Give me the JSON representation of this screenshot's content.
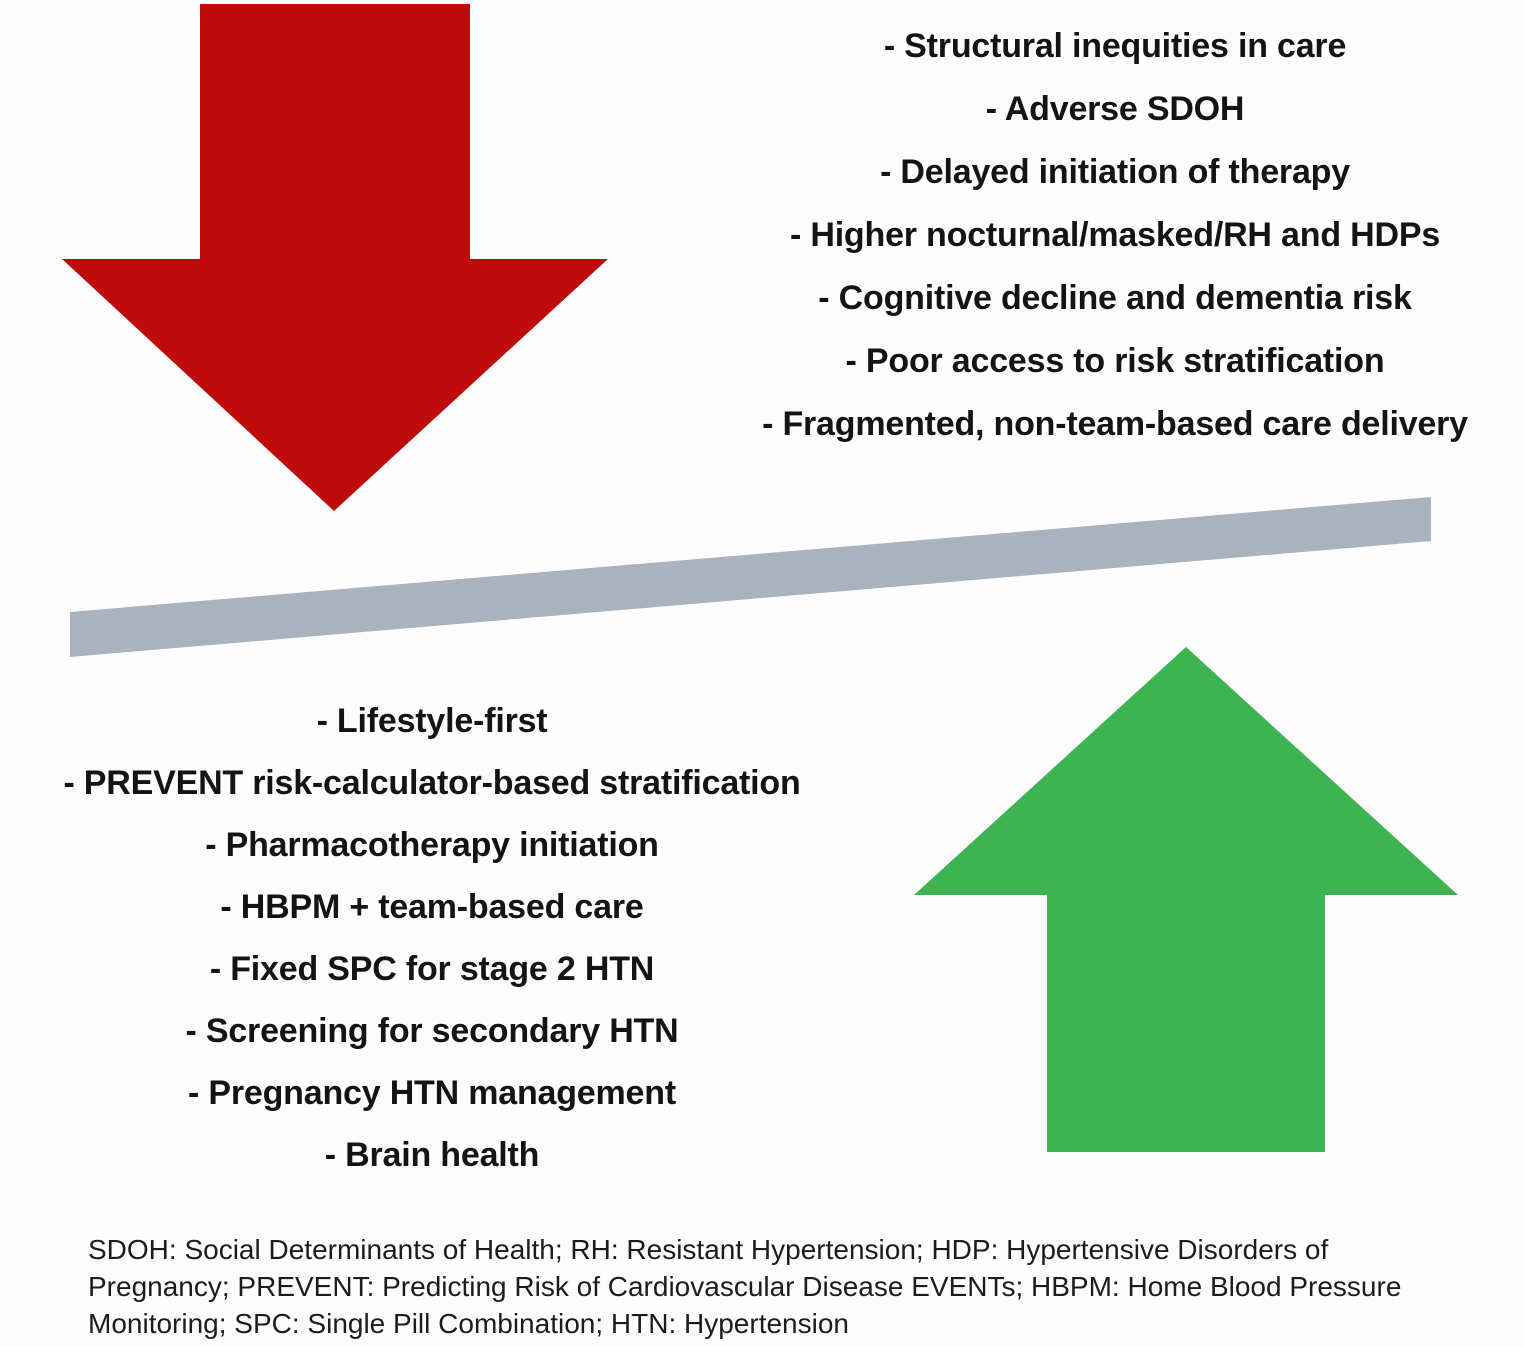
{
  "colors": {
    "background": "#fdfdfd",
    "negative_arrow": "#c00b0d",
    "positive_arrow": "#3db351",
    "beam": "#a9b3bd",
    "item_text": "#141414",
    "footnote_text": "#1c1c1c"
  },
  "icons": {
    "negative": "down-arrow",
    "positive": "up-arrow",
    "beam": "seesaw-beam"
  },
  "negatives": {
    "items": [
      "- Structural inequities in care",
      "- Adverse SDOH",
      "- Delayed initiation of therapy",
      "- Higher nocturnal/masked/RH and HDPs",
      "- Cognitive decline and dementia risk",
      "- Poor access to risk stratification",
      "- Fragmented, non-team-based care delivery"
    ]
  },
  "positives": {
    "items": [
      "- Lifestyle-first",
      "- PREVENT risk-calculator-based stratification",
      "- Pharmacotherapy initiation",
      "- HBPM + team-based care",
      "- Fixed SPC for stage 2 HTN",
      "- Screening for secondary HTN",
      "- Pregnancy HTN management",
      "- Brain health"
    ]
  },
  "footnote": {
    "lines": [
      "SDOH: Social Determinants of Health; RH: Resistant Hypertension; HDP: Hypertensive Disorders of",
      "Pregnancy; PREVENT: Predicting Risk of Cardiovascular Disease EVENTs; HBPM: Home Blood Pressure",
      "Monitoring; SPC: Single Pill Combination; HTN: Hypertension"
    ]
  }
}
